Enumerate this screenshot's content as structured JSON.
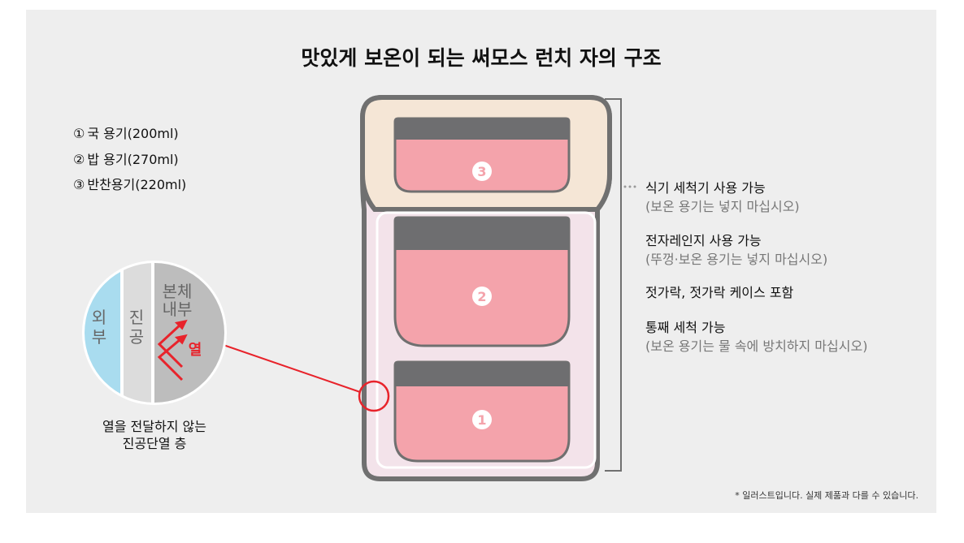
{
  "title": "맛있게 보온이 되는 써모스 런치 자의 구조",
  "containers_legend": [
    {
      "num": "①",
      "label": "국 용기(200ml)"
    },
    {
      "num": "②",
      "label": "밥 용기(270ml)"
    },
    {
      "num": "③",
      "label": "반찬용기(220ml)"
    }
  ],
  "badges": [
    "1",
    "2",
    "3"
  ],
  "vacuum_detail": {
    "outer": [
      "외",
      "부"
    ],
    "vacuum": [
      "진",
      "공"
    ],
    "inner": [
      "본체",
      "내부"
    ],
    "heat": "열",
    "caption": [
      "열을 전달하지 않는",
      "진공단열 층"
    ]
  },
  "features": [
    {
      "main": "식기 세척기 사용 가능",
      "note": "(보온 용기는 넣지 마십시오)"
    },
    {
      "main": "전자레인지 사용 가능",
      "note": "(뚜껑·보온 용기는 넣지 마십시오)"
    },
    {
      "main": "젓가락, 젓가락 케이스 포함",
      "note": ""
    },
    {
      "main": "통째 세척 가능",
      "note": "(보온 용기는 물 속에 방치하지 마십시오)"
    }
  ],
  "footnote": "* 일러스트입니다. 실제 제품과 다를 수 있습니다.",
  "colors": {
    "background": "#eeeeee",
    "lid": "#f5e6d6",
    "body": "#f3e3ea",
    "container": "#f4a3ab",
    "container_top": "#6e6e70",
    "outline": "#707070",
    "accent": "#e8232b",
    "outer_layer": "#a9dcef"
  }
}
